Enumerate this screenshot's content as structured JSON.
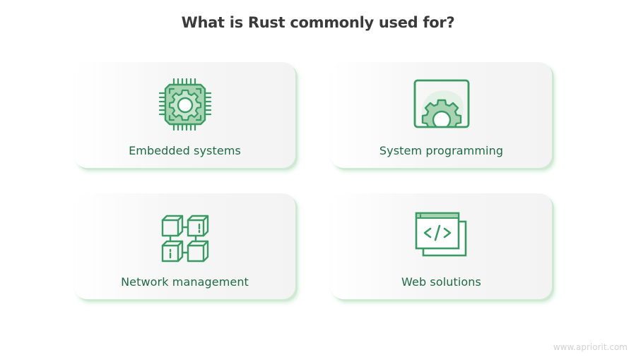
{
  "title": "What is Rust commonly used for?",
  "colors": {
    "accent": "#3a9a64",
    "accent_dark": "#1f6b45",
    "icon_fill": "#a8d3b3",
    "blob": "#e3f1e6",
    "card_shadow": "#cfe9d4",
    "title": "#3a3a3a",
    "watermark": "#d2d2d2"
  },
  "cards": [
    {
      "label": "Embedded systems",
      "icon": "microchip-gear-icon"
    },
    {
      "label": "System programming",
      "icon": "window-gear-icon"
    },
    {
      "label": "Network management",
      "icon": "connected-cubes-icon"
    },
    {
      "label": "Web solutions",
      "icon": "code-window-icon"
    }
  ],
  "watermark": "www.apriorit.com"
}
